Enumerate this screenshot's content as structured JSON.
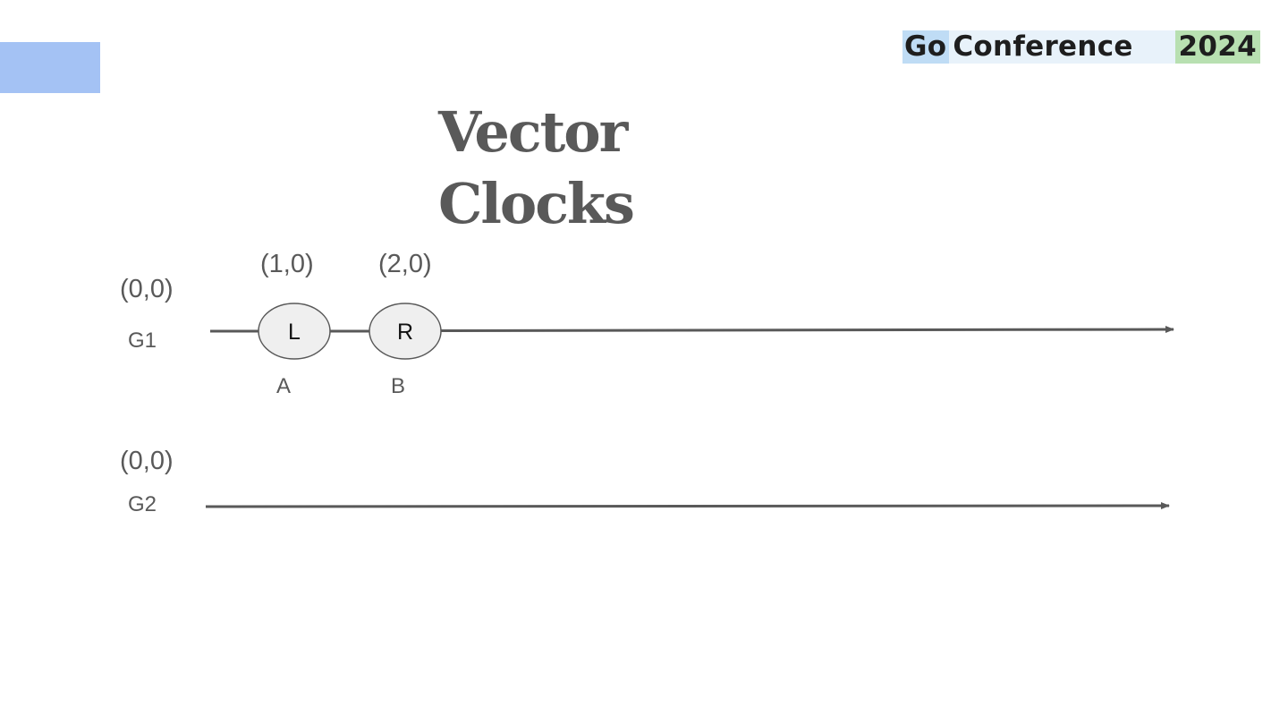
{
  "logo": {
    "go": "Go",
    "conference": "Conference",
    "year": "2024"
  },
  "title": {
    "line1": "Vector",
    "line2": "Clocks"
  },
  "processes": [
    {
      "name": "G1",
      "initial_clock": "(0,0)"
    },
    {
      "name": "G2",
      "initial_clock": "(0,0)"
    }
  ],
  "events": [
    {
      "process": "G1",
      "type": "L",
      "label": "A",
      "clock": "(1,0)"
    },
    {
      "process": "G1",
      "type": "R",
      "label": "B",
      "clock": "(2,0)"
    }
  ],
  "colors": {
    "accent": "#a4c2f4",
    "text": "#595959",
    "line": "#595959",
    "node_fill": "#efefef",
    "logo_go_bg": "#bfdcf5",
    "logo_conf_bg": "#e8f2fa",
    "logo_year_bg": "#b8e0b1"
  }
}
